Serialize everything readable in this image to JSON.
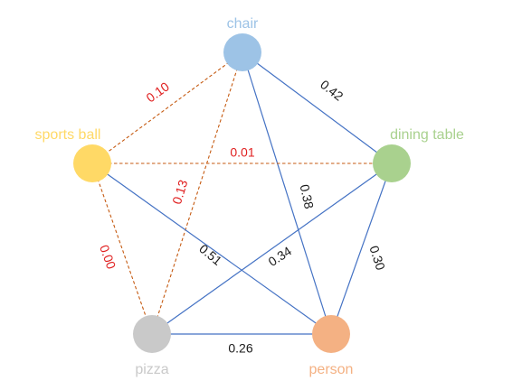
{
  "nodes": [
    {
      "id": "chair",
      "label": "chair",
      "color": "#9dc3e6"
    },
    {
      "id": "dining_table",
      "label": "dining table",
      "color": "#a9d18e"
    },
    {
      "id": "person",
      "label": "person",
      "color": "#f4b183"
    },
    {
      "id": "pizza",
      "label": "pizza",
      "color": "#c9c9c9"
    },
    {
      "id": "sports_ball",
      "label": "sports ball",
      "color": "#ffd966"
    }
  ],
  "edges": [
    {
      "id": "chair-dining_table",
      "from": "chair",
      "to": "dining_table",
      "weight": "0.42",
      "style": "solid"
    },
    {
      "id": "chair-person",
      "from": "chair",
      "to": "person",
      "weight": "0.38",
      "style": "solid"
    },
    {
      "id": "chair-sports_ball",
      "from": "chair",
      "to": "sports_ball",
      "weight": "0.10",
      "style": "dashed"
    },
    {
      "id": "chair-pizza",
      "from": "chair",
      "to": "pizza",
      "weight": "0.13",
      "style": "dashed"
    },
    {
      "id": "sports_ball-dining_table",
      "from": "sports_ball",
      "to": "dining_table",
      "weight": "0.01",
      "style": "dashed"
    },
    {
      "id": "sports_ball-pizza",
      "from": "sports_ball",
      "to": "pizza",
      "weight": "0.00",
      "style": "dashed"
    },
    {
      "id": "sports_ball-person",
      "from": "sports_ball",
      "to": "person",
      "weight": "0.51",
      "style": "solid"
    },
    {
      "id": "dining_table-pizza",
      "from": "dining_table",
      "to": "pizza",
      "weight": "0.34",
      "style": "solid"
    },
    {
      "id": "dining_table-person",
      "from": "dining_table",
      "to": "person",
      "weight": "0.30",
      "style": "solid"
    },
    {
      "id": "pizza-person",
      "from": "pizza",
      "to": "person",
      "weight": "0.26",
      "style": "solid"
    }
  ],
  "colors": {
    "solid_edge": "#4472c4",
    "dashed_edge": "#c55a11",
    "solid_label": "#1a1a1a",
    "dashed_label": "#e02020"
  }
}
